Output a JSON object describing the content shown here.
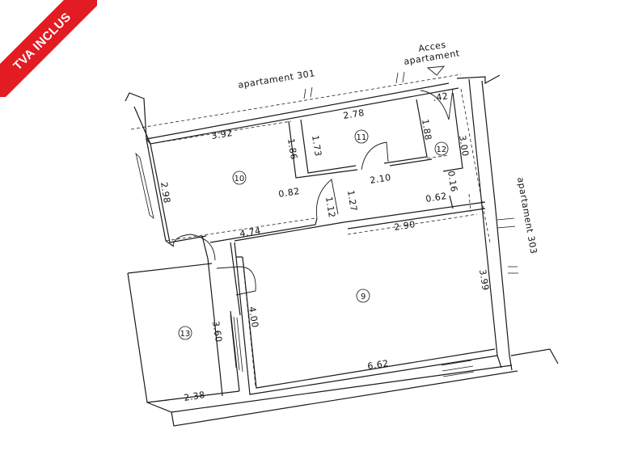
{
  "badge": {
    "text": "TVA INCLUS",
    "color": "#e31b23"
  },
  "labels": {
    "neighbor_top": "apartament  301",
    "neighbor_right": "apartament  303",
    "entrance_line1": "Acces",
    "entrance_line2": "apartament"
  },
  "rooms": [
    {
      "id": "10"
    },
    {
      "id": "11"
    },
    {
      "id": "12"
    },
    {
      "id": "9"
    },
    {
      "id": "13"
    }
  ],
  "dimensions": {
    "d_392": "3.92",
    "d_278": "2.78",
    "d_42": ".42",
    "d_186": "1.86",
    "d_173": "1.73",
    "d_188": "1.88",
    "d_300": "3.00",
    "d_298": "2.98",
    "d_082": "0.82",
    "d_112": "1.12",
    "d_127": "1.27",
    "d_210": "2.10",
    "d_016": "0.16",
    "d_062": "0.62",
    "d_474": "4.74",
    "d_290": "2.90",
    "d_399": "3.99",
    "d_400": "4.00",
    "d_360": "3.60",
    "d_662": "6.62",
    "d_238": "2.38"
  }
}
